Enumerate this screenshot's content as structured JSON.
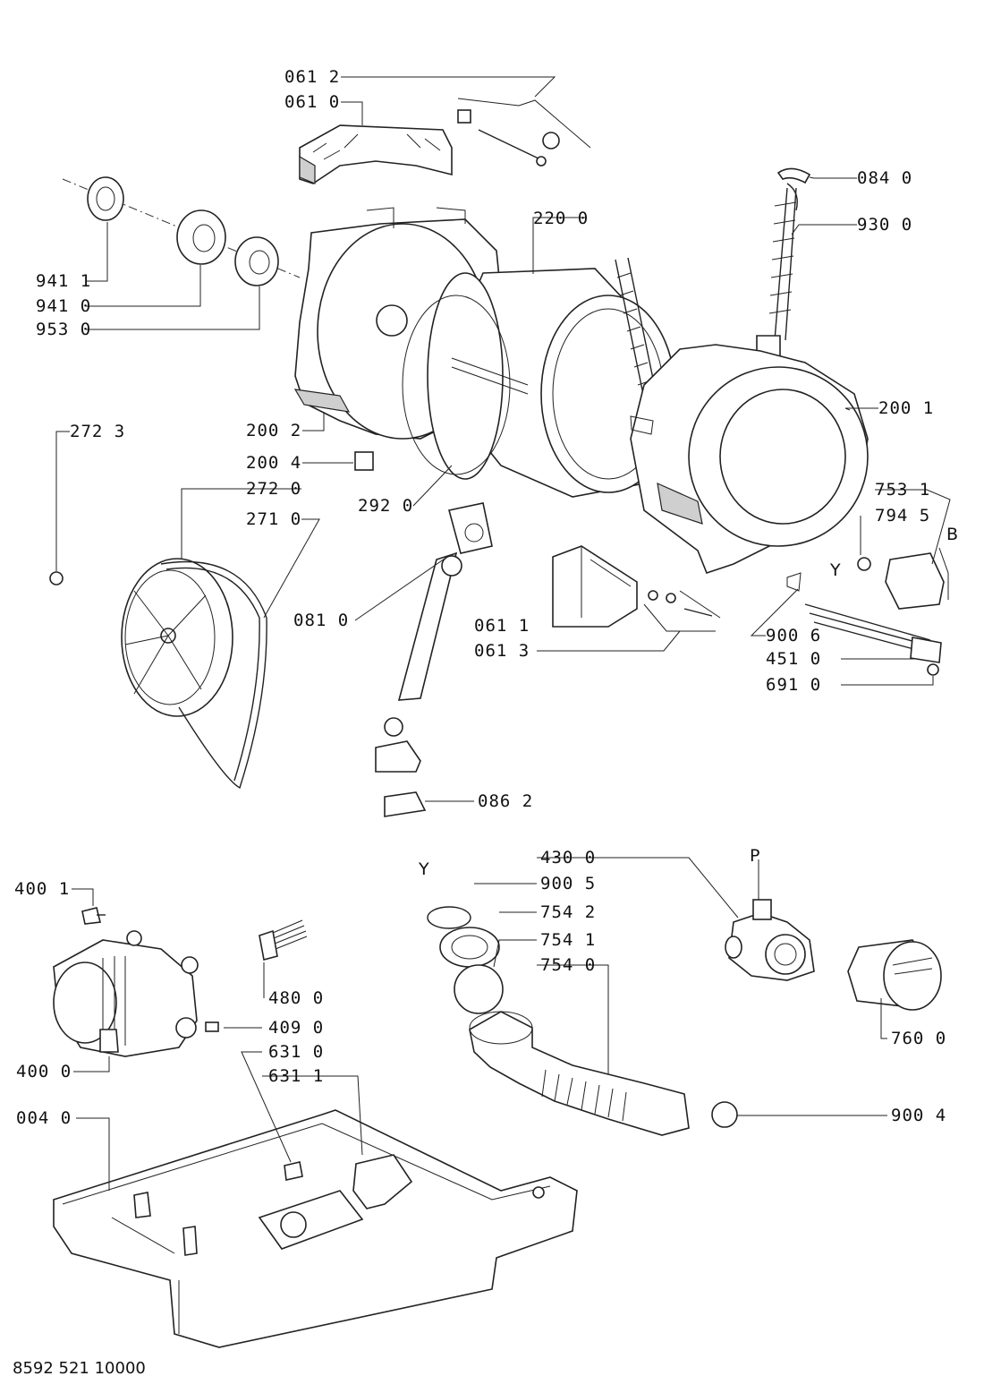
{
  "labels": {
    "c061_2": "061 2",
    "c061_0": "061 0",
    "c084_0": "084 0",
    "c930_0": "930 0",
    "c220_0": "220 0",
    "c941_1": "941 1",
    "c941_0": "941 0",
    "c953_0": "953 0",
    "c200_1": "200 1",
    "c272_3": "272 3",
    "c200_2": "200 2",
    "c200_4": "200 4",
    "c272_0": "272 0",
    "c292_0": "292 0",
    "c271_0": "271 0",
    "c753_1": "753 1",
    "c794_5": "794 5",
    "B": "B",
    "Y1": "Y",
    "c081_0": "081 0",
    "c061_1": "061 1",
    "c061_3": "061 3",
    "c900_6": "900 6",
    "c451_0": "451 0",
    "c691_0": "691 0",
    "c086_2": "086 2",
    "c430_0": "430 0",
    "P": "P",
    "Y2": "Y",
    "c900_5": "900 5",
    "c754_2": "754 2",
    "c754_1": "754 1",
    "c754_0": "754 0",
    "c400_1": "400 1",
    "c480_0": "480 0",
    "c409_0": "409 0",
    "c631_0": "631 0",
    "c631_1": "631 1",
    "c400_0": "400 0",
    "c760_0": "760 0",
    "c900_4": "900 4",
    "c004_0": "004 0"
  },
  "footer": "8592 521 10000"
}
